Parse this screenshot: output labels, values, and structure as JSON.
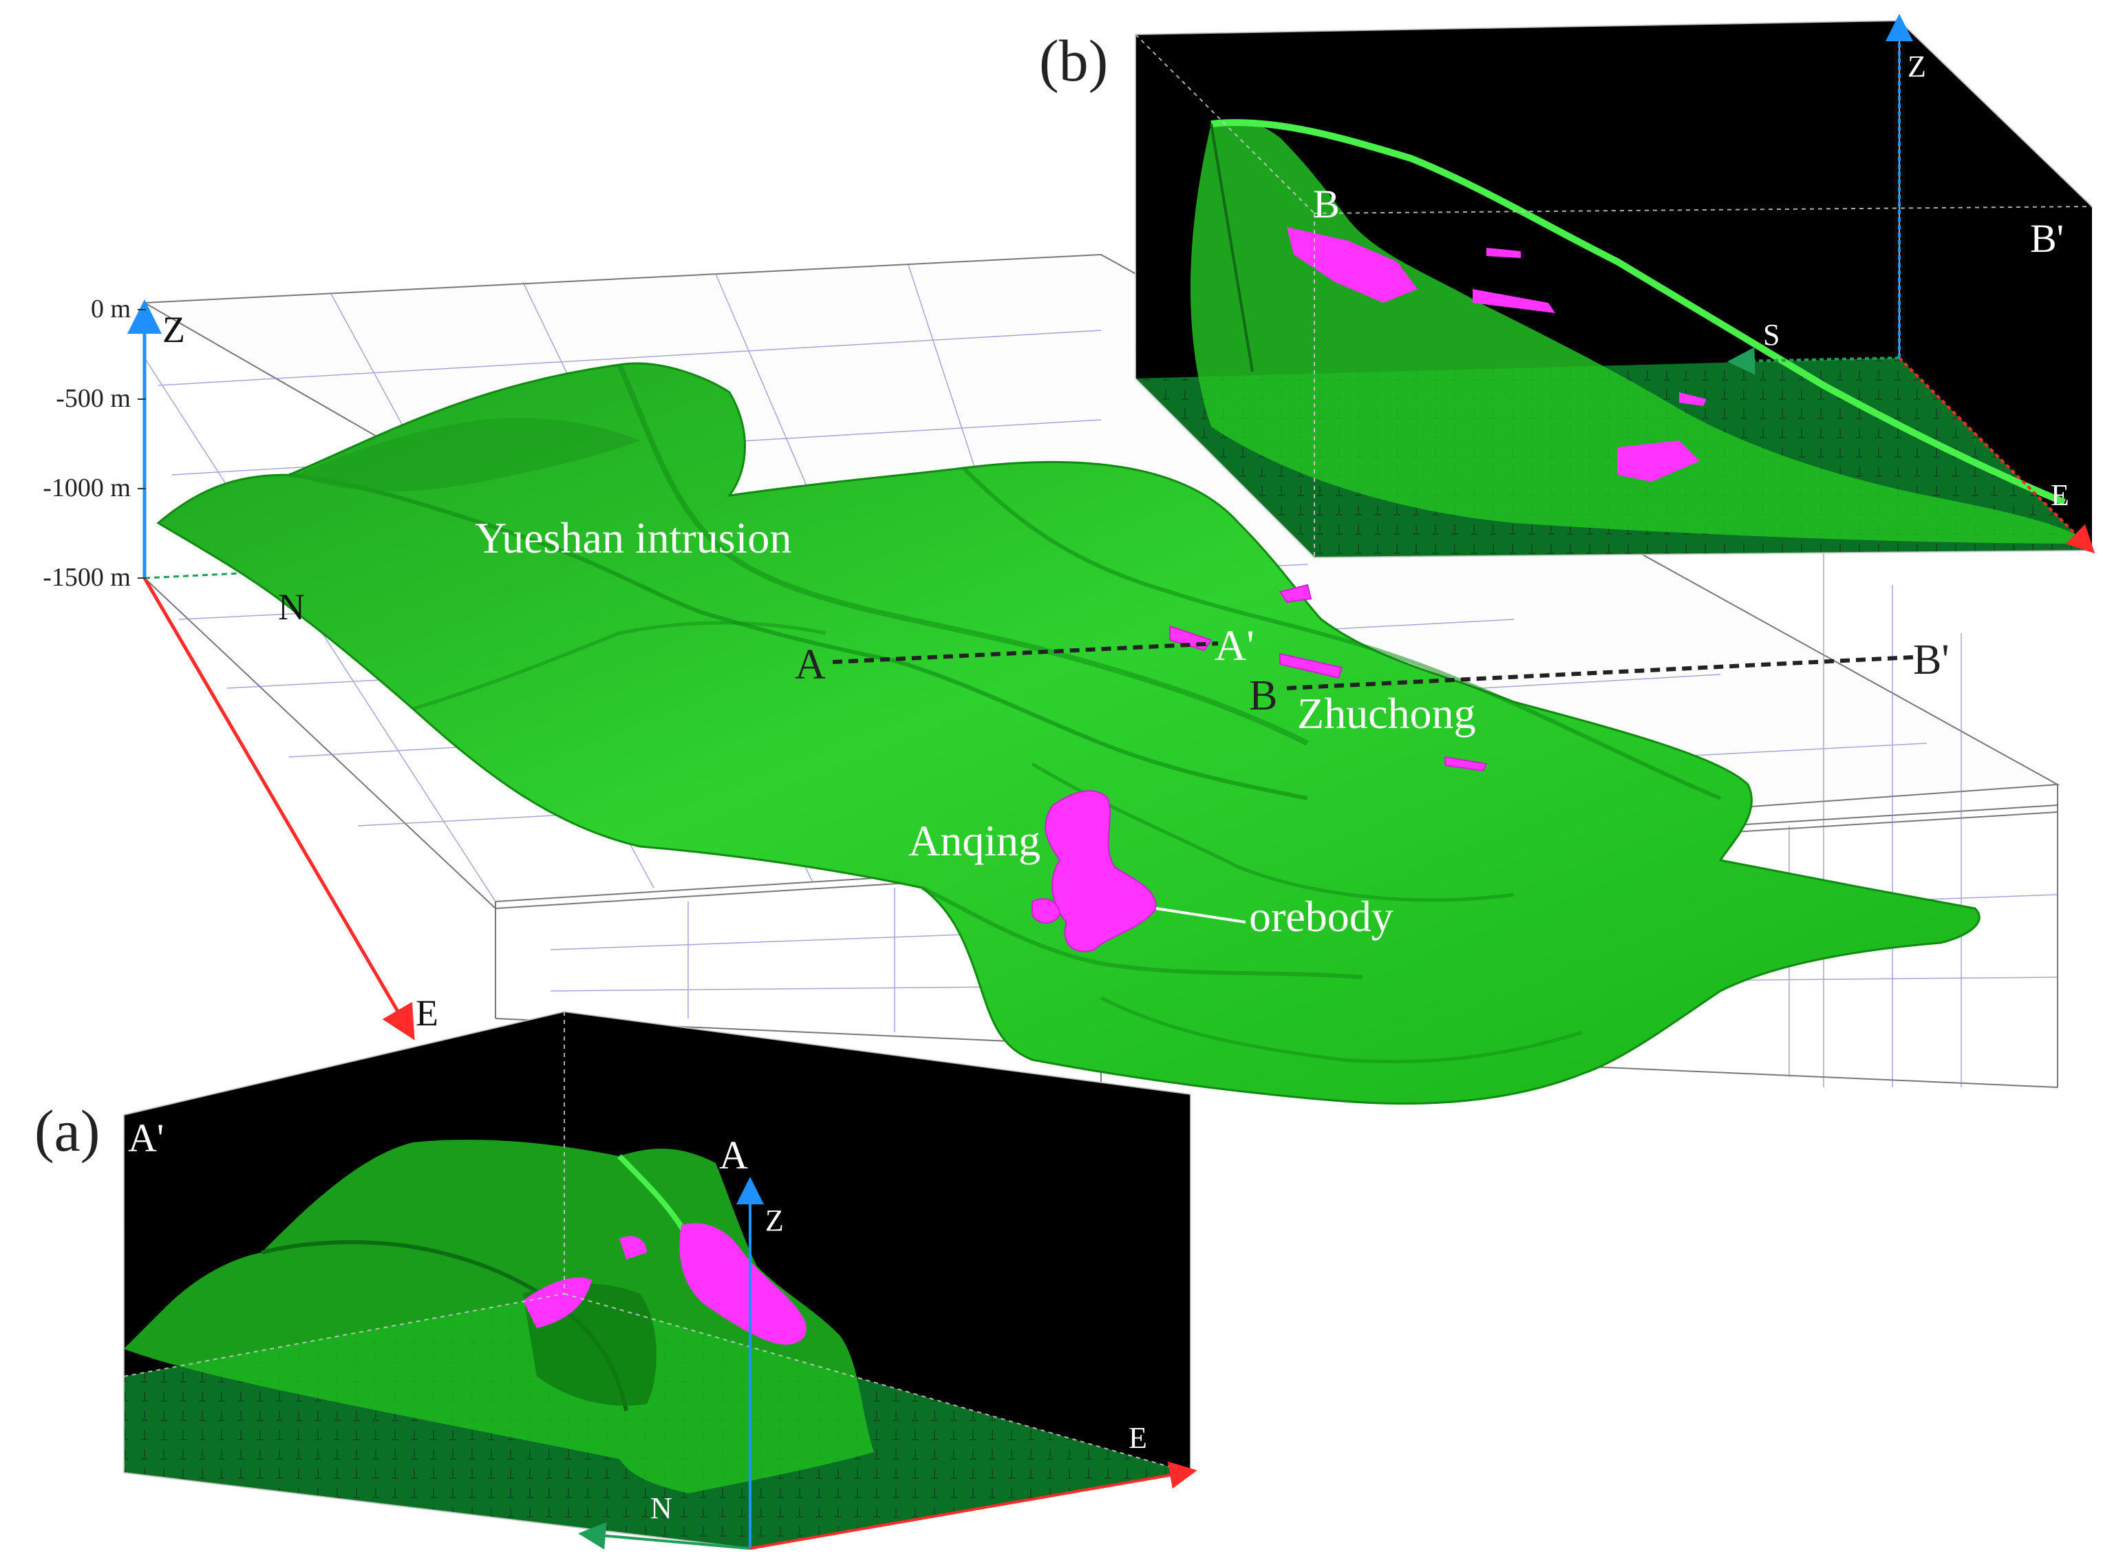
{
  "depth_axis": {
    "labels": [
      "0 m",
      "-500 m",
      "-1000 m",
      "-1500 m"
    ]
  },
  "main_axes": {
    "z": "Z",
    "n": "N",
    "e": "E"
  },
  "main_labels": {
    "intrusion": "Yueshan intrusion",
    "deposit_1": "Zhuchong",
    "deposit_2": "Anqing",
    "orebody": "orebody"
  },
  "sections": {
    "a_start": "A",
    "a_end": "A'",
    "b_start": "B",
    "b_end": "B'"
  },
  "panel_a": {
    "tag": "(a)",
    "left_section": "A'",
    "right_section": "A",
    "axes": {
      "z": "Z",
      "n": "N",
      "e": "E"
    }
  },
  "panel_b": {
    "tag": "(b)",
    "left_section": "B",
    "right_section": "B'",
    "axes": {
      "z": "Z",
      "s": "S",
      "e": "E"
    }
  },
  "colors": {
    "intrusion_green": "#2bd62b",
    "intrusion_dark": "#0f8a12",
    "orebody_magenta": "#ff33ff",
    "z_axis": "#1e90ff",
    "e_axis": "#ff2a2a",
    "n_axis": "#1f9e5a",
    "grid": "#8888cc",
    "inset_bg": "#000000"
  }
}
